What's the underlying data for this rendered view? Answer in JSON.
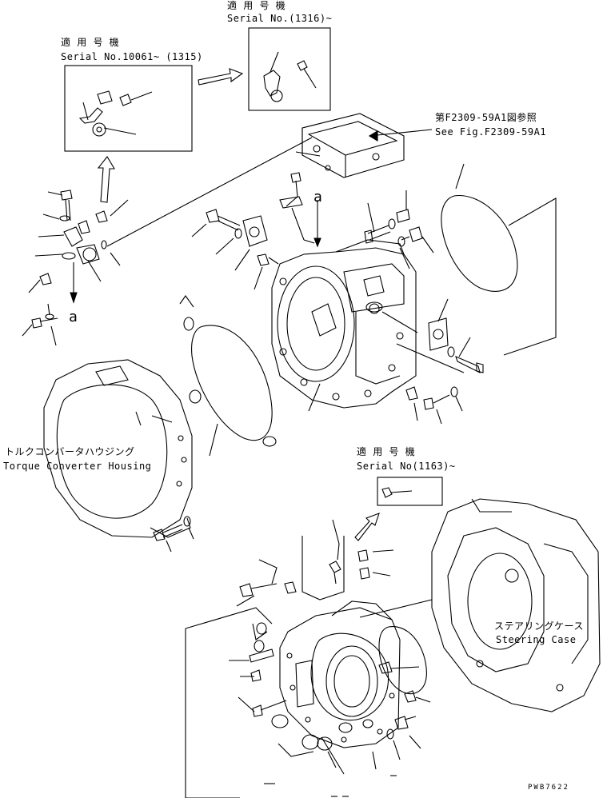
{
  "labels": {
    "serial_top_jp": "適 用 号 機",
    "serial_top": "Serial No.(1316)~",
    "serial_left_jp": "適 用 号 機",
    "serial_left": "Serial No.10061~ (1315)",
    "see_fig_jp": "第F2309-59A1図参照",
    "see_fig": "See Fig.F2309-59A1",
    "marker_a_top": "a",
    "marker_a_left": "a",
    "torque_jp": "トルクコンバータハウジング",
    "torque": "Torque Converter Housing",
    "serial_mid_jp": "適 用 号 機",
    "serial_mid": "Serial No(1163)~",
    "steering_jp": "ステアリングケース",
    "steering": "Steering Case",
    "drawing_code": "PWB7622"
  }
}
